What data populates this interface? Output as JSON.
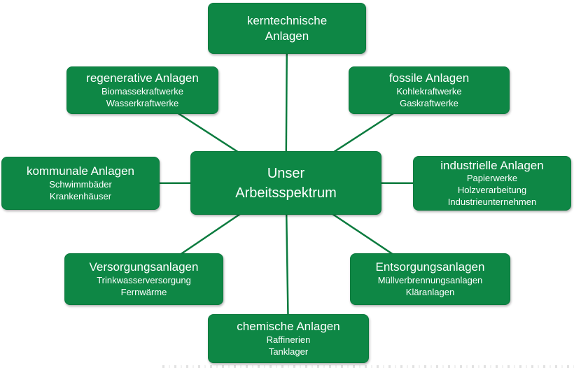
{
  "diagram": {
    "center": {
      "title": "Unser\nArbeitsspektrum"
    },
    "nodes": [
      {
        "id": "kerntechnische-anlagen",
        "title": "kerntechnische\nAnlagen",
        "subtitles": []
      },
      {
        "id": "regenerative-anlagen",
        "title": "regenerative Anlagen",
        "subtitles": [
          "Biomassekraftwerke",
          "Wasserkraftwerke"
        ]
      },
      {
        "id": "fossile-anlagen",
        "title": "fossile Anlagen",
        "subtitles": [
          "Kohlekraftwerke",
          "Gaskraftwerke"
        ]
      },
      {
        "id": "kommunale-anlagen",
        "title": "kommunale Anlagen",
        "subtitles": [
          "Schwimmbäder",
          "Krankenhäuser"
        ]
      },
      {
        "id": "industrielle-anlagen",
        "title": "industrielle Anlagen",
        "subtitles": [
          "Papierwerke",
          "Holzverarbeitung",
          "Industrieunternehmen"
        ]
      },
      {
        "id": "versorgungsanlagen",
        "title": "Versorgungsanlagen",
        "subtitles": [
          "Trinkwasserversorgung",
          "Fernwärme"
        ]
      },
      {
        "id": "entsorgungsanlagen",
        "title": "Entsorgungsanlagen",
        "subtitles": [
          "Müllverbrennungsanlagen",
          "Kläranlagen"
        ]
      },
      {
        "id": "chemische-anlagen",
        "title": "chemische Anlagen",
        "subtitles": [
          "Raffinerien",
          "Tanklager"
        ]
      }
    ],
    "colors": {
      "box_fill": "#0E8745",
      "box_border": "#0C7A3E",
      "connector": "#0B7B3E",
      "text": "#FFFFFF",
      "background": "#FFFFFF"
    }
  }
}
